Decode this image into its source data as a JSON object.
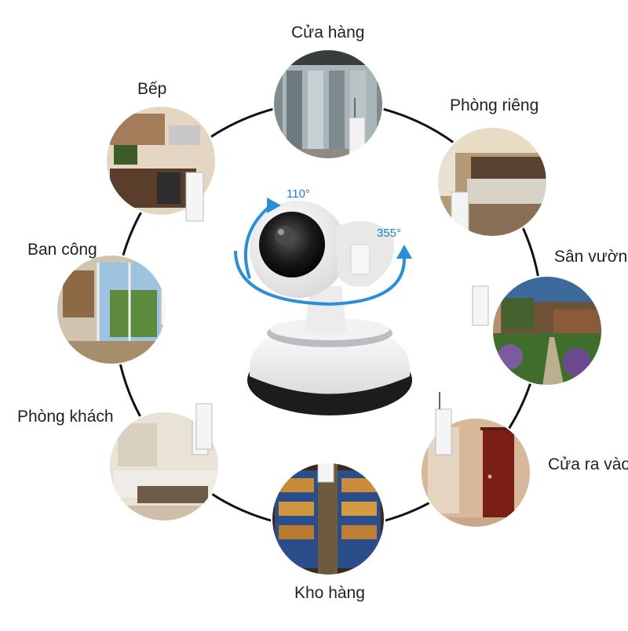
{
  "labels": {
    "cua_hang": "Cửa hàng",
    "bep": "Bếp",
    "phong_rieng": "Phòng riêng",
    "ban_cong": "Ban công",
    "san_vuon": "Sân vườn",
    "phong_khach": "Phòng khách",
    "cua_ra_vao": "Cửa ra vào",
    "kho_hang": "Kho hàng"
  },
  "rotation": {
    "tilt": "110°",
    "pan": "355°"
  },
  "colors": {
    "ring": "#111111",
    "arrow": "#2a8fd6",
    "camera_body": "#f4f4f4",
    "lens": "#151515",
    "sensor": "#f2f2f2"
  },
  "scenes": [
    {
      "name": "shop-entrance-photo"
    },
    {
      "name": "bedroom-photo"
    },
    {
      "name": "garden-photo"
    },
    {
      "name": "door-photo"
    },
    {
      "name": "warehouse-photo"
    },
    {
      "name": "living-room-photo"
    },
    {
      "name": "balcony-photo"
    },
    {
      "name": "kitchen-photo"
    }
  ]
}
